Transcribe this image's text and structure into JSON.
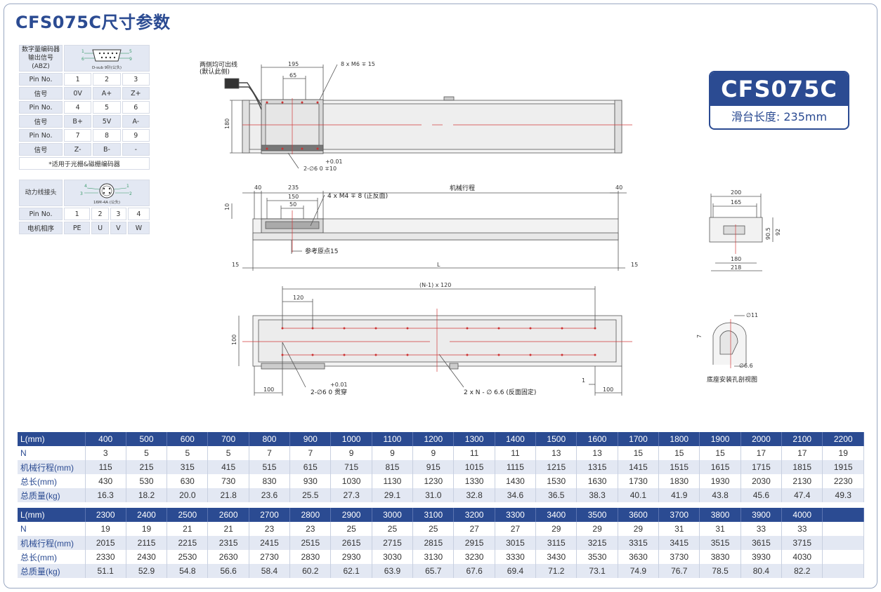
{
  "title": "CFS075C尺寸参数",
  "badge": {
    "model": "CFS075C",
    "slide_length": "滑台长度: 235mm"
  },
  "encoder": {
    "label": "数字量编码器输出信号(ABZ)",
    "connector": "D-sub 9针(公头)",
    "pins_top": [
      "1",
      "5"
    ],
    "pins_bottom": [
      "6",
      "9"
    ],
    "rows": [
      {
        "k": "Pin No.",
        "v": [
          "1",
          "2",
          "3"
        ]
      },
      {
        "k": "信号",
        "v": [
          "0V",
          "A+",
          "Z+"
        ]
      },
      {
        "k": "Pin No.",
        "v": [
          "4",
          "5",
          "6"
        ]
      },
      {
        "k": "信号",
        "v": [
          "B+",
          "5V",
          "A-"
        ]
      },
      {
        "k": "Pin No.",
        "v": [
          "7",
          "8",
          "9"
        ]
      },
      {
        "k": "信号",
        "v": [
          "Z-",
          "B-",
          "-"
        ]
      }
    ],
    "note": "*适用于光栅&磁栅编码器"
  },
  "power": {
    "label": "动力线接头",
    "connector": "16M-4A (公头)",
    "pins": [
      "4",
      "1",
      "3",
      "2"
    ],
    "rows": [
      {
        "k": "Pin No.",
        "v": [
          "1",
          "2",
          "3",
          "4"
        ]
      },
      {
        "k": "电机相序",
        "v": [
          "PE",
          "U",
          "V",
          "W"
        ]
      }
    ]
  },
  "drawing": {
    "top_note_1": "两侧均可出线",
    "top_note_2": "(默认此侧)",
    "d195": "195",
    "d65": "65",
    "d180": "180",
    "m6": "8 x M6 ∓ 15",
    "pin_tol": "+0.01",
    "pin_spec": "2-∅6  0   ∓10",
    "d40a": "40",
    "d235": "235",
    "d150": "150",
    "d50": "50",
    "d40b": "40",
    "d10": "10",
    "stroke": "机械行程",
    "m4": "4 x M4 ∓ 8 (正反面)",
    "ref": "参考原点15",
    "d15a": "15",
    "dL": "L",
    "d15b": "15",
    "n120": "(N-1) x 120",
    "d120": "120",
    "d100h": "100",
    "d100a": "100",
    "d100b": "100",
    "d1": "1",
    "thru_tol": "+0.01",
    "thru": "2-∅6  0     贯穿",
    "holes": "2 x N - ∅ 6.6 (反面固定)",
    "s200": "200",
    "s165": "165",
    "s90": "90.5",
    "s92": "92",
    "s180": "180",
    "s218": "218",
    "c11": "∅11",
    "c7": "7",
    "c66": "∅6.6",
    "section": "底座安装孔剖视图"
  },
  "table1": {
    "header": [
      "L(mm)",
      "400",
      "500",
      "600",
      "700",
      "800",
      "900",
      "1000",
      "1100",
      "1200",
      "1300",
      "1400",
      "1500",
      "1600",
      "1700",
      "1800",
      "1900",
      "2000",
      "2100",
      "2200"
    ],
    "rows": [
      [
        "N",
        "3",
        "5",
        "5",
        "5",
        "7",
        "7",
        "9",
        "9",
        "9",
        "11",
        "11",
        "13",
        "13",
        "15",
        "15",
        "15",
        "17",
        "17",
        "19"
      ],
      [
        "机械行程(mm)",
        "115",
        "215",
        "315",
        "415",
        "515",
        "615",
        "715",
        "815",
        "915",
        "1015",
        "1115",
        "1215",
        "1315",
        "1415",
        "1515",
        "1615",
        "1715",
        "1815",
        "1915"
      ],
      [
        "总长(mm)",
        "430",
        "530",
        "630",
        "730",
        "830",
        "930",
        "1030",
        "1130",
        "1230",
        "1330",
        "1430",
        "1530",
        "1630",
        "1730",
        "1830",
        "1930",
        "2030",
        "2130",
        "2230"
      ],
      [
        "总质量(kg)",
        "16.3",
        "18.2",
        "20.0",
        "21.8",
        "23.6",
        "25.5",
        "27.3",
        "29.1",
        "31.0",
        "32.8",
        "34.6",
        "36.5",
        "38.3",
        "40.1",
        "41.9",
        "43.8",
        "45.6",
        "47.4",
        "49.3"
      ]
    ]
  },
  "table2": {
    "header": [
      "L(mm)",
      "2300",
      "2400",
      "2500",
      "2600",
      "2700",
      "2800",
      "2900",
      "3000",
      "3100",
      "3200",
      "3300",
      "3400",
      "3500",
      "3600",
      "3700",
      "3800",
      "3900",
      "4000",
      ""
    ],
    "rows": [
      [
        "N",
        "19",
        "19",
        "21",
        "21",
        "23",
        "23",
        "25",
        "25",
        "25",
        "27",
        "27",
        "29",
        "29",
        "29",
        "31",
        "31",
        "33",
        "33",
        ""
      ],
      [
        "机械行程(mm)",
        "2015",
        "2115",
        "2215",
        "2315",
        "2415",
        "2515",
        "2615",
        "2715",
        "2815",
        "2915",
        "3015",
        "3115",
        "3215",
        "3315",
        "3415",
        "3515",
        "3615",
        "3715",
        ""
      ],
      [
        "总长(mm)",
        "2330",
        "2430",
        "2530",
        "2630",
        "2730",
        "2830",
        "2930",
        "3030",
        "3130",
        "3230",
        "3330",
        "3430",
        "3530",
        "3630",
        "3730",
        "3830",
        "3930",
        "4030",
        ""
      ],
      [
        "总质量(kg)",
        "51.1",
        "52.9",
        "54.8",
        "56.6",
        "58.4",
        "60.2",
        "62.1",
        "63.9",
        "65.7",
        "67.6",
        "69.4",
        "71.2",
        "73.1",
        "74.9",
        "76.7",
        "78.5",
        "80.4",
        "82.2",
        ""
      ]
    ]
  },
  "colors": {
    "accent": "#2b4b92",
    "row_alt": "#e3e8f3",
    "centerline": "#d23a3a"
  }
}
